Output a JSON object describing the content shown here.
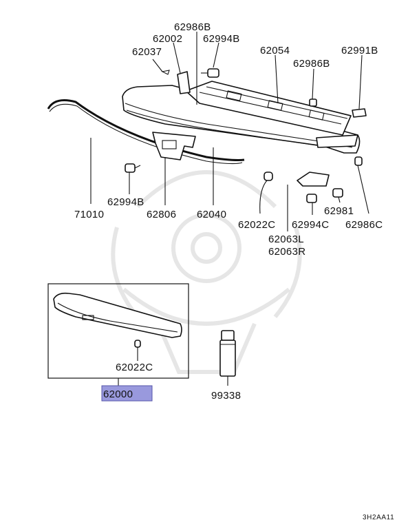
{
  "diagram": {
    "labels": {
      "p62986B_top": "62986B",
      "p62002": "62002",
      "p62994B_top": "62994B",
      "p62037": "62037",
      "p62054": "62054",
      "p62991B": "62991B",
      "p62986B_right": "62986B",
      "p62994B_left": "62994B",
      "p71010": "71010",
      "p62806": "62806",
      "p62040": "62040",
      "p62022C": "62022C",
      "p62994C": "62994C",
      "p62981": "62981",
      "p62986C": "62986C",
      "p62063L": "62063L",
      "p62063R": "62063R",
      "p62022C_box": "62022C",
      "p62000": "62000",
      "p99338": "99338"
    },
    "code": "3H2AA11",
    "colors": {
      "highlight": "#9999dd",
      "line": "#111111",
      "watermark": "#e6e6e6"
    }
  }
}
